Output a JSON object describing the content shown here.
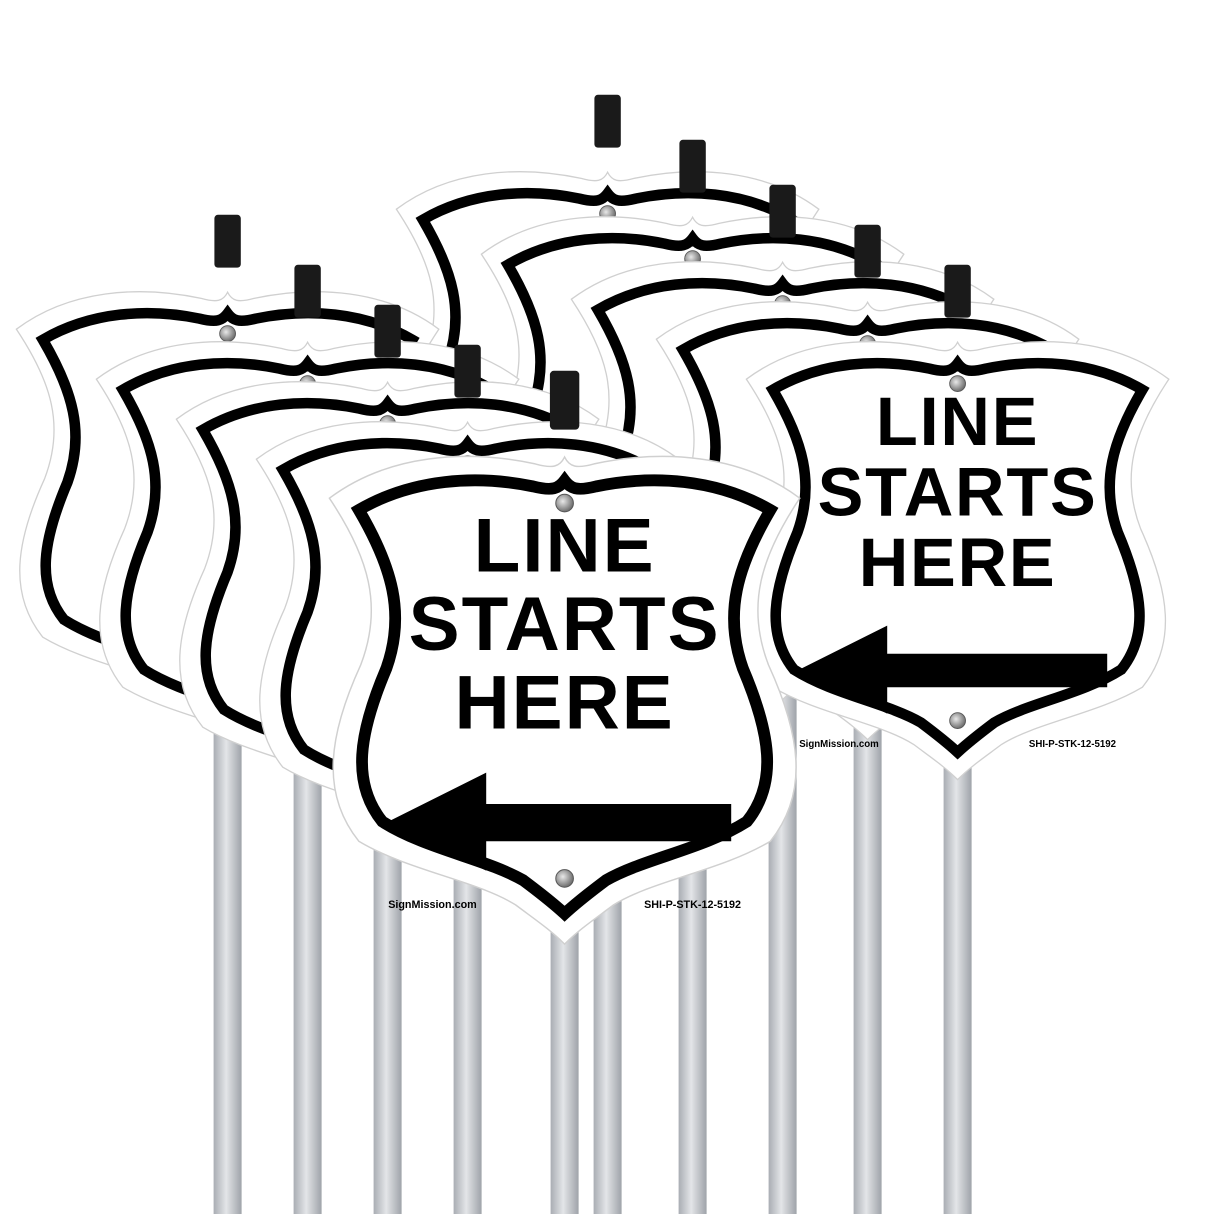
{
  "product": {
    "sign_lines": [
      "LINE",
      "STARTS",
      "HERE"
    ],
    "arrow_direction": "left",
    "brand": "SignMission.com",
    "sku": "SHI-P-STK-12-5192",
    "sign_count": 10,
    "shape": "shield",
    "colors": {
      "background": "#ffffff",
      "border": "#000000",
      "text": "#000000",
      "stake": "#c9ccd1"
    }
  }
}
